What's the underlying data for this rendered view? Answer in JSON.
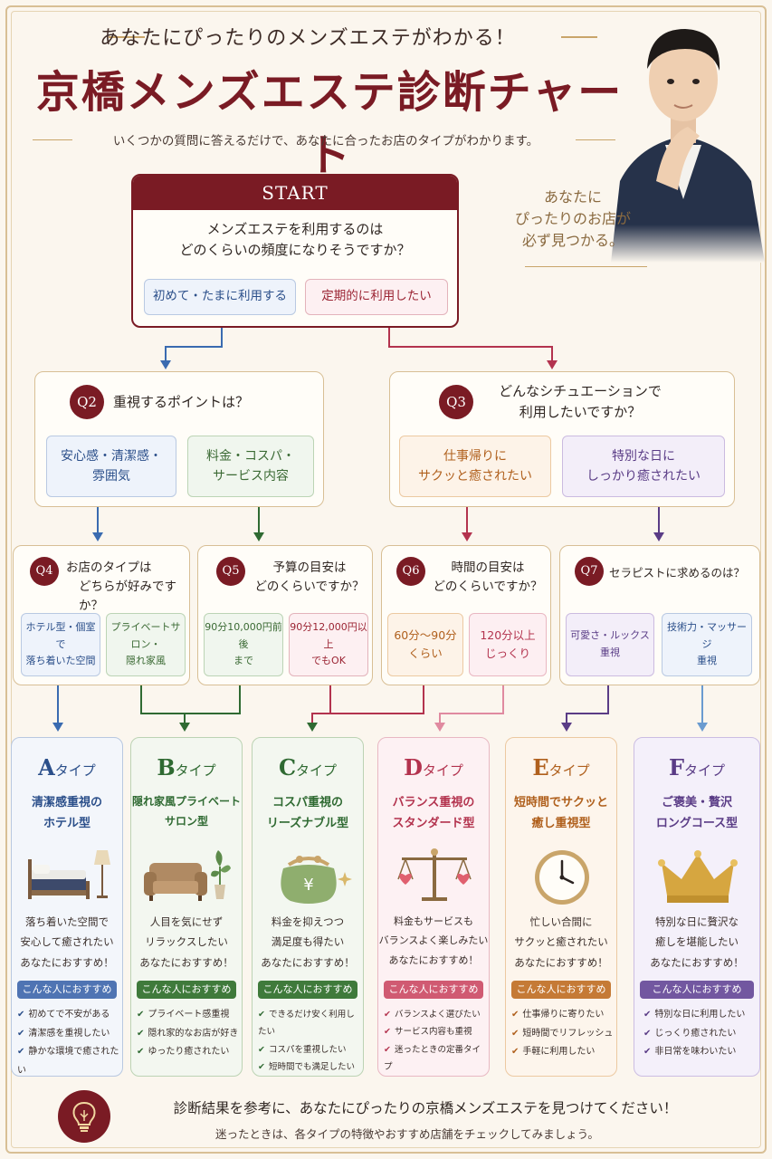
{
  "header": {
    "subtitle": "あなたにぴったりのメンズエステがわかる！",
    "title": "京橋メンズエステ診断チャート",
    "lead": "いくつかの質問に答えるだけで、あなたに合ったお店のタイプがわかります。",
    "aside": [
      "あなたに",
      "ぴったりのお店が",
      "必ず見つかる。"
    ]
  },
  "start": {
    "label": "START",
    "question": [
      "メンズエステを利用するのは",
      "どのくらいの頻度になりそうですか？"
    ],
    "options": [
      "初めて・たまに利用する",
      "定期的に利用したい"
    ]
  },
  "q2": {
    "badge": "Q2",
    "question": "重視するポイントは？",
    "options": [
      [
        "安心感・清潔感・",
        "雰囲気"
      ],
      [
        "料金・コスパ・",
        "サービス内容"
      ]
    ]
  },
  "q3": {
    "badge": "Q3",
    "question": [
      "どんなシチュエーションで",
      "利用したいですか？"
    ],
    "options": [
      [
        "仕事帰りに",
        "サクッと癒されたい"
      ],
      [
        "特別な日に",
        "しっかり癒されたい"
      ]
    ]
  },
  "q4": {
    "badge": "Q4",
    "question": [
      "お店のタイプは",
      "どちらが好みですか？"
    ],
    "options": [
      [
        "ホテル型・個室で",
        "落ち着いた空間"
      ],
      [
        "プライベートサロン・",
        "隠れ家風"
      ]
    ]
  },
  "q5": {
    "badge": "Q5",
    "question": [
      "予算の目安は",
      "どのくらいですか？"
    ],
    "options": [
      [
        "90分10,000円前後",
        "まで"
      ],
      [
        "90分12,000円以上",
        "でもOK"
      ]
    ]
  },
  "q6": {
    "badge": "Q6",
    "question": [
      "時間の目安は",
      "どのくらいですか？"
    ],
    "options": [
      [
        "60分〜90分",
        "くらい"
      ],
      [
        "120分以上",
        "じっくり"
      ]
    ]
  },
  "q7": {
    "badge": "Q7",
    "question": "セラピストに求めるのは？",
    "options": [
      [
        "可愛さ・ルックス",
        "重視"
      ],
      [
        "技術力・マッサージ",
        "重視"
      ]
    ]
  },
  "rec_label": "こんな人におすすめ",
  "results": [
    {
      "letter": "A",
      "suffix": "タイプ",
      "name": [
        "清潔感重視の",
        "ホテル型"
      ],
      "icon": "bed-icon",
      "text": [
        "落ち着いた空間で",
        "安心して癒されたい",
        "あなたにおすすめ！"
      ],
      "list": [
        "初めてで不安がある",
        "清潔感を重視したい",
        "静かな環境で癒されたい"
      ],
      "color": "#2b4f8a"
    },
    {
      "letter": "B",
      "suffix": "タイプ",
      "name": [
        "隠れ家風プライベート",
        "サロン型"
      ],
      "icon": "sofa-icon",
      "text": [
        "人目を気にせず",
        "リラックスしたい",
        "あなたにおすすめ！"
      ],
      "list": [
        "プライベート感重視",
        "隠れ家的なお店が好き",
        "ゆったり癒されたい"
      ],
      "color": "#2f6a32"
    },
    {
      "letter": "C",
      "suffix": "タイプ",
      "name": [
        "コスパ重視の",
        "リーズナブル型"
      ],
      "icon": "coin-purse-icon",
      "text": [
        "料金を抑えつつ",
        "満足度も得たい",
        "あなたにおすすめ！"
      ],
      "list": [
        "できるだけ安く利用したい",
        "コスパを重視したい",
        "短時間でも満足したい"
      ],
      "color": "#2f6a32"
    },
    {
      "letter": "D",
      "suffix": "タイプ",
      "name": [
        "バランス重視の",
        "スタンダード型"
      ],
      "icon": "scale-icon",
      "text": [
        "料金もサービスも",
        "バランスよく楽しみたい",
        "あなたにおすすめ！"
      ],
      "list": [
        "バランスよく選びたい",
        "サービス内容も重視",
        "迷ったときの定番タイプ"
      ],
      "color": "#b3334e"
    },
    {
      "letter": "E",
      "suffix": "タイプ",
      "name": [
        "短時間でサクッと",
        "癒し重視型"
      ],
      "icon": "clock-icon",
      "text": [
        "忙しい合間に",
        "サクッと癒されたい",
        "あなたにおすすめ！"
      ],
      "list": [
        "仕事帰りに寄りたい",
        "短時間でリフレッシュ",
        "手軽に利用したい"
      ],
      "color": "#b0601d"
    },
    {
      "letter": "F",
      "suffix": "タイプ",
      "name": [
        "ご褒美・贅沢",
        "ロングコース型"
      ],
      "icon": "crown-icon",
      "text": [
        "特別な日に贅沢な",
        "癒しを堪能したい",
        "あなたにおすすめ！"
      ],
      "list": [
        "特別な日に利用したい",
        "じっくり癒されたい",
        "非日常を味わいたい"
      ],
      "color": "#5a3c86"
    }
  ],
  "footer": {
    "line1": "診断結果を参考に、あなたにぴったりの京橋メンズエステを見つけてください！",
    "line2": "迷ったときは、各タイプの特徴やおすすめ店舗をチェックしてみましょう。",
    "icon": "lightbulb-icon"
  },
  "colors": {
    "accent": "#7a1b24",
    "gold": "#c9a56a",
    "blue": "#2b4f8a",
    "green": "#2f6a32",
    "red": "#b3334e",
    "orange": "#b0601d",
    "purple": "#5a3c86"
  }
}
